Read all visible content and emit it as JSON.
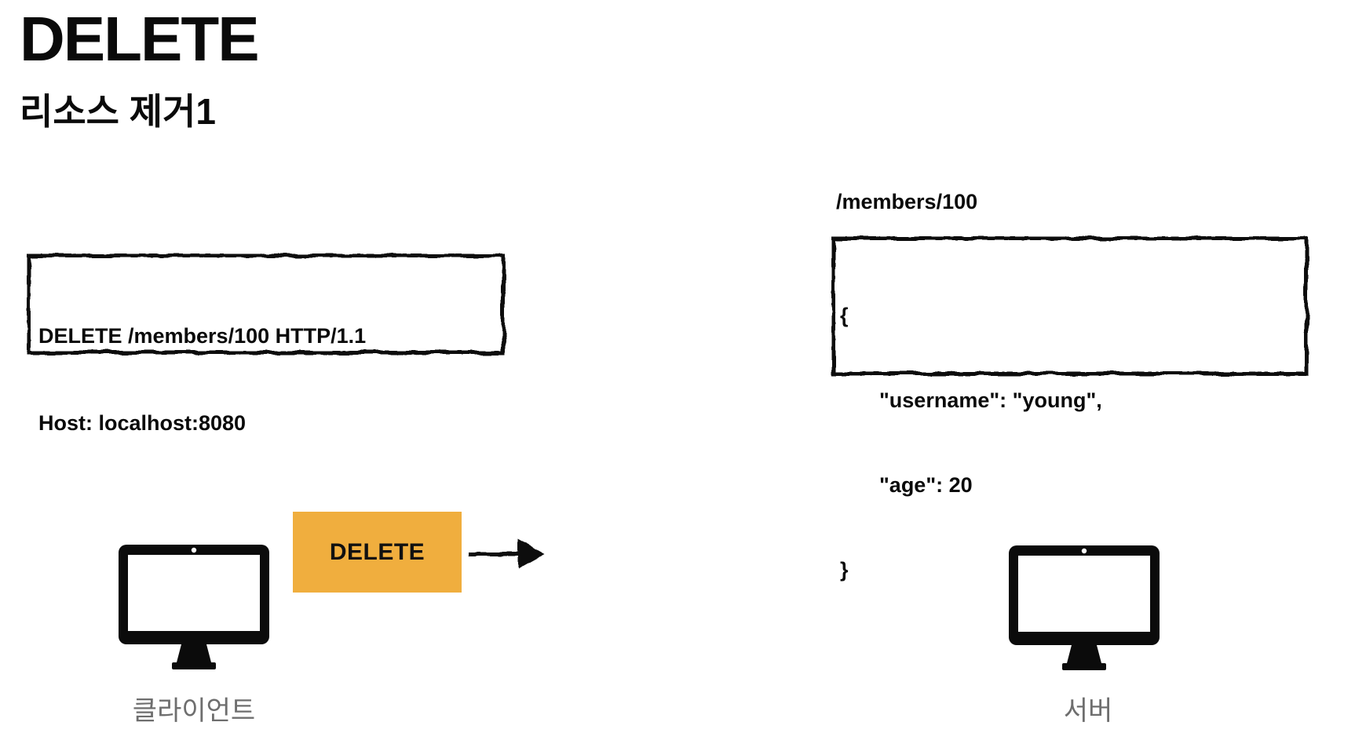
{
  "page": {
    "title": "DELETE",
    "subtitle": "리소스 제거1"
  },
  "request_box": {
    "line1": "DELETE /members/100 HTTP/1.1",
    "line2": "Host: localhost:8080"
  },
  "resource_box": {
    "path_label": "/members/100",
    "json_lines": [
      "{",
      "\"username\": \"young\",",
      "\"age\": 20",
      "}"
    ]
  },
  "message": {
    "label": "DELETE"
  },
  "nodes": {
    "client_label": "클라이언트",
    "server_label": "서버"
  },
  "colors": {
    "accent_orange": "#F0AE3E",
    "label_gray": "#6E6E6E",
    "ink": "#111111"
  }
}
